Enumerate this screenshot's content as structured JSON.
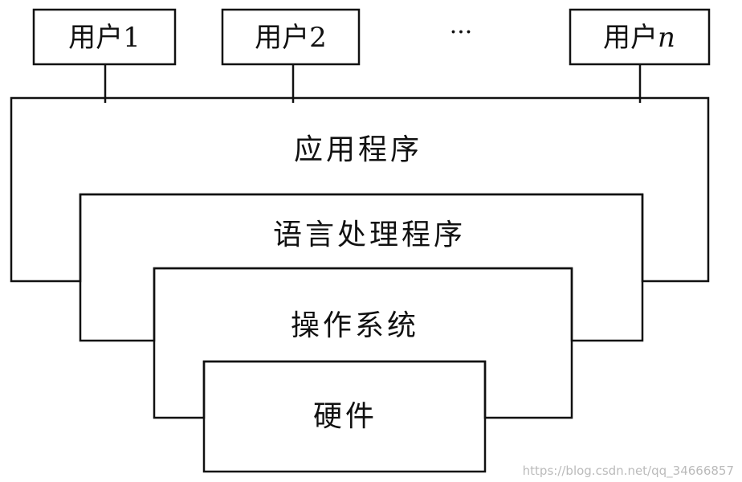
{
  "users": [
    {
      "label": "用户1"
    },
    {
      "label": "用户2"
    },
    {
      "label": "用户",
      "suffix": "n"
    }
  ],
  "ellipsis": "···",
  "layers": [
    {
      "label": "应用程序"
    },
    {
      "label": "语言处理程序"
    },
    {
      "label": "操作系统"
    },
    {
      "label": "硬件"
    }
  ],
  "watermark": "https://blog.csdn.net/qq_34666857",
  "colors": {
    "line": "#111111",
    "background": "#ffffff"
  }
}
